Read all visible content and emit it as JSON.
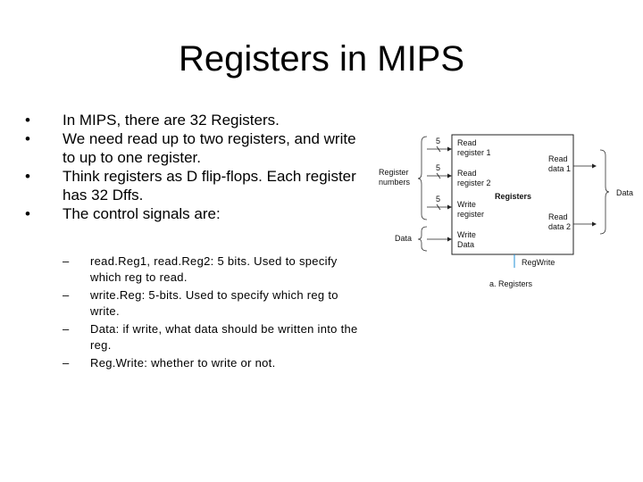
{
  "title": "Registers in MIPS",
  "bullets": [
    "In MIPS, there are 32 Registers.",
    "We need read up to two registers, and write to up to one register.",
    "Think registers as D flip-flops. Each register has 32 Dffs.",
    "The control signals are:"
  ],
  "sub_bullets": [
    "read.Reg1, read.Reg2: 5 bits. Used to specify which reg to read.",
    "write.Reg: 5-bits. Used to specify which reg to write.",
    "Data: if write, what data should be written into the reg.",
    "Reg.Write: whether to write or not."
  ],
  "diagram": {
    "register_numbers": [
      "Register",
      "numbers"
    ],
    "data_in": "Data",
    "bus_width": [
      "5",
      "5",
      "5"
    ],
    "read_register_1": [
      "Read",
      "register 1"
    ],
    "read_register_2": [
      "Read",
      "register 2"
    ],
    "write_register": [
      "Write",
      "register"
    ],
    "write_data": [
      "Write",
      "Data"
    ],
    "registers": "Registers",
    "read_data_1": [
      "Read",
      "data 1"
    ],
    "read_data_2": [
      "Read",
      "data 2"
    ],
    "data_out": "Data",
    "reg_write": "RegWrite",
    "caption": "a. Registers",
    "reg_write_color": "#1f8fd6"
  }
}
